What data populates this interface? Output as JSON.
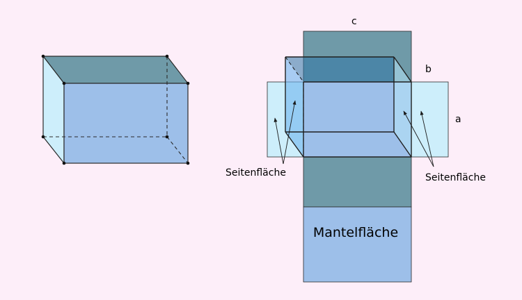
{
  "labels": {
    "c": "c",
    "b": "b",
    "a": "a",
    "side_left": "Seitenfläche",
    "side_right": "Seitenfläche",
    "mantle": "Mantelfläche"
  },
  "colors": {
    "background": "#fdeef9",
    "face_blue": "#9dbfe9",
    "face_dark": "#6f9aa8",
    "face_light": "#cdeefb",
    "face_mid": "#84c2ee",
    "stroke": "#2a2a2a"
  }
}
